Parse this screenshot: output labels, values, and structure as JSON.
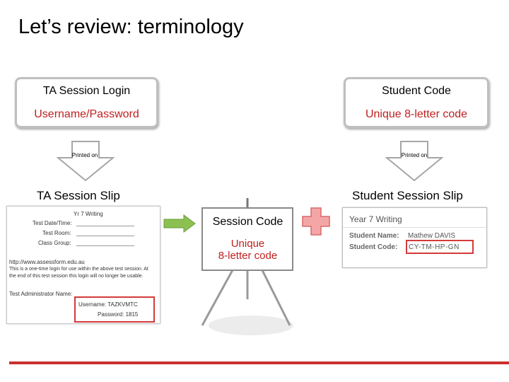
{
  "title": "Let’s review: terminology",
  "left_box": {
    "heading": "TA Session Login",
    "sub": "Username/Password"
  },
  "right_box": {
    "heading": "Student Code",
    "sub": "Unique 8-letter code"
  },
  "arrow_label_left": "Printed on",
  "arrow_label_right": "Printed on",
  "left_slip_label": "TA Session Slip",
  "right_slip_label": "Student Session Slip",
  "ta_slip": {
    "heading": "Yr 7 Writing",
    "field1": "Test Date/Time:",
    "field2": "Test Room:",
    "field3": "Class Group:",
    "url": "http://www.assessform.edu.au",
    "note1": "This is a one-time login for use within the above test session. At",
    "note2": "the end of this test session this login will no longer be usable.",
    "admin": "Test Administrator Name:",
    "username": "Username: TAZKVMTC",
    "password": "Password: 1815"
  },
  "board": {
    "heading": "Session Code",
    "line1": "Unique",
    "line2": "8-letter code"
  },
  "student_slip": {
    "heading": "Year 7 Writing",
    "name_label": "Student Name:",
    "name_value": "Mathew DAVIS",
    "code_label": "Student Code:",
    "code_value": "CY-TM-HP-GN"
  },
  "colors": {
    "accent_red": "#c0201f",
    "arrow_green": "#8cc152",
    "plus_pink": "#f4a6a6",
    "box_border": "#bfbfbf"
  }
}
